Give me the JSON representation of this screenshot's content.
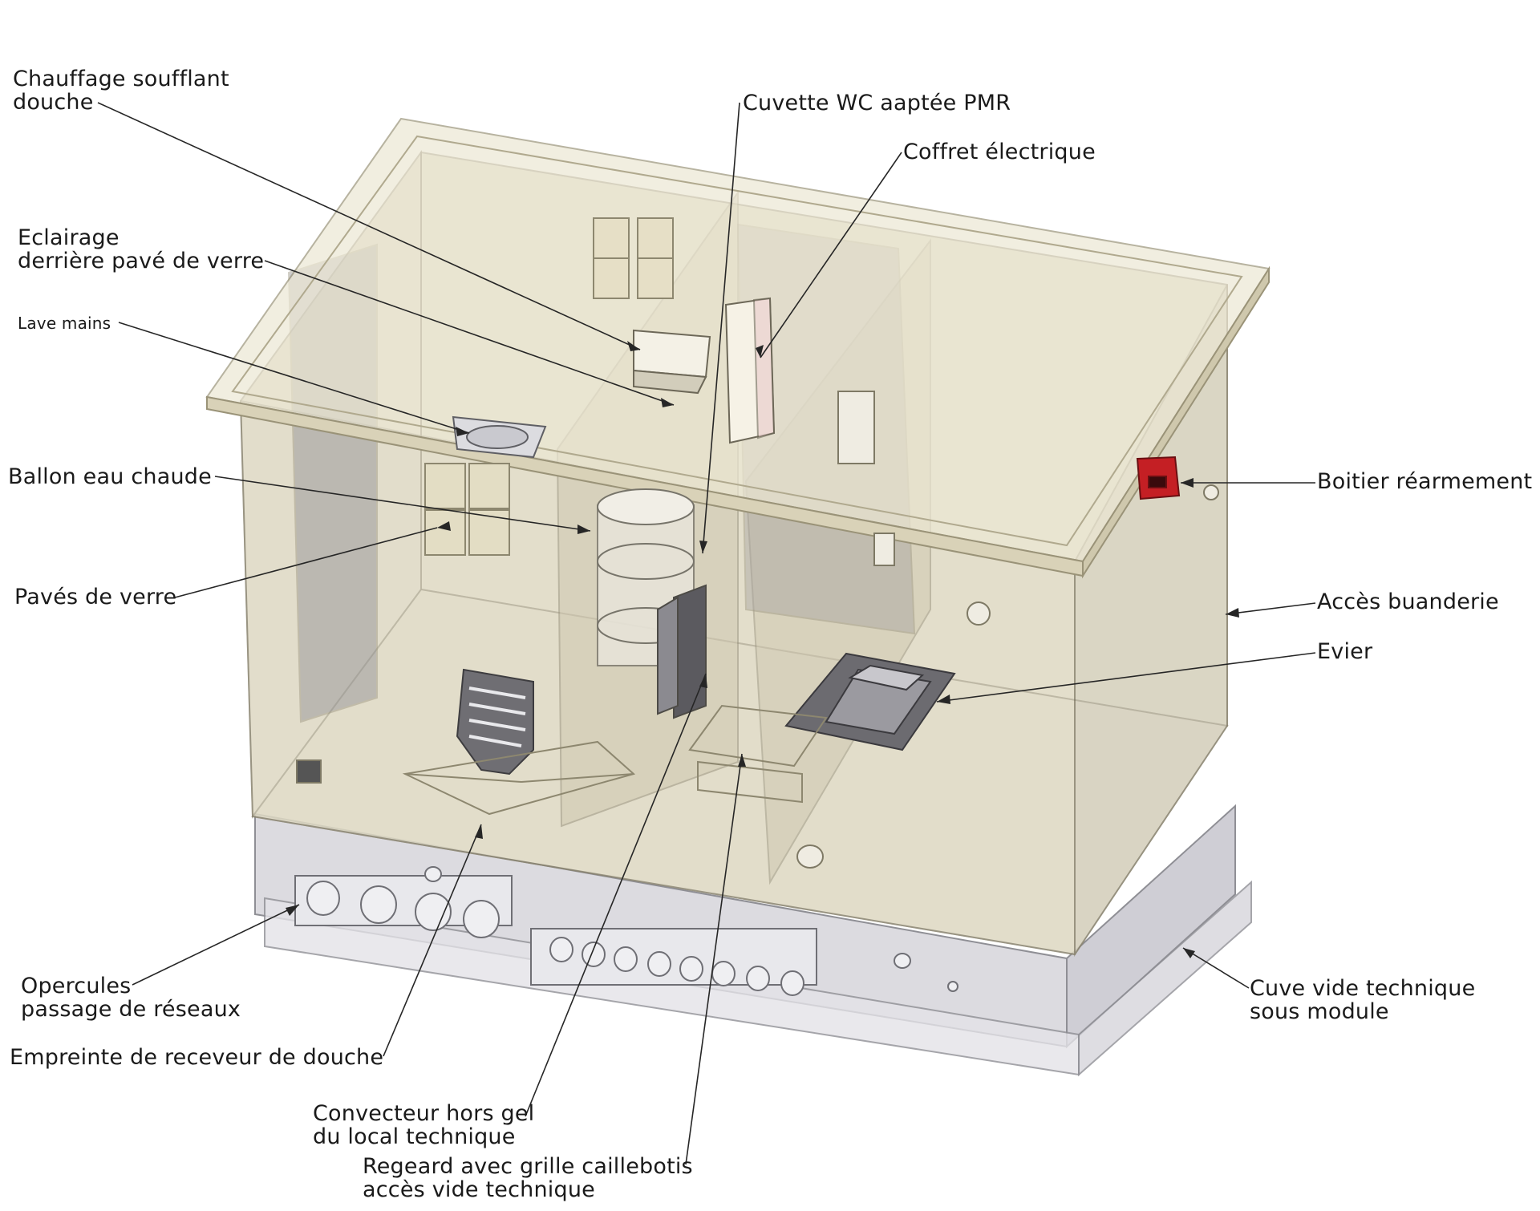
{
  "labels": {
    "chauffage": [
      "Chauffage soufflant",
      "douche"
    ],
    "eclairage": [
      "Eclairage",
      "derrière pavé de verre"
    ],
    "lave_mains": [
      "Lave mains"
    ],
    "ballon": [
      "Ballon eau chaude"
    ],
    "paves": [
      "Pavés de verre"
    ],
    "opercules": [
      "Opercules",
      "passage de réseaux"
    ],
    "empreinte": [
      "Empreinte de receveur de douche"
    ],
    "convecteur": [
      "Convecteur hors gel",
      "du local technique"
    ],
    "regard": [
      "Regeard avec grille caillebotis",
      "accès vide technique"
    ],
    "cuvette": [
      "Cuvette WC aaptée PMR"
    ],
    "coffret": [
      "Coffret électrique"
    ],
    "boitier": [
      "Boitier réarmement"
    ],
    "acces": [
      "Accès buanderie"
    ],
    "evier": [
      "Evier"
    ],
    "cuve": [
      "Cuve vide technique",
      "sous module"
    ]
  },
  "colors": {
    "roof": "#e6e0c8",
    "walls": "#d3cdb6",
    "tank": "#dedde2",
    "line": "#262626",
    "reset_box": "#c41f24"
  }
}
